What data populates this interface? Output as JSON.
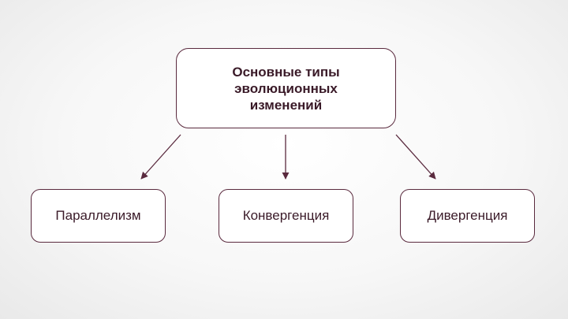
{
  "diagram": {
    "root": {
      "label": "Основные типы эволюционных изменений"
    },
    "children": [
      {
        "label": "Параллелизм"
      },
      {
        "label": "Конвергенция"
      },
      {
        "label": "Дивергенция"
      }
    ],
    "colors": {
      "border": "#5a2a3e",
      "text": "#3a1a28",
      "arrow": "#5a2a3e"
    }
  }
}
